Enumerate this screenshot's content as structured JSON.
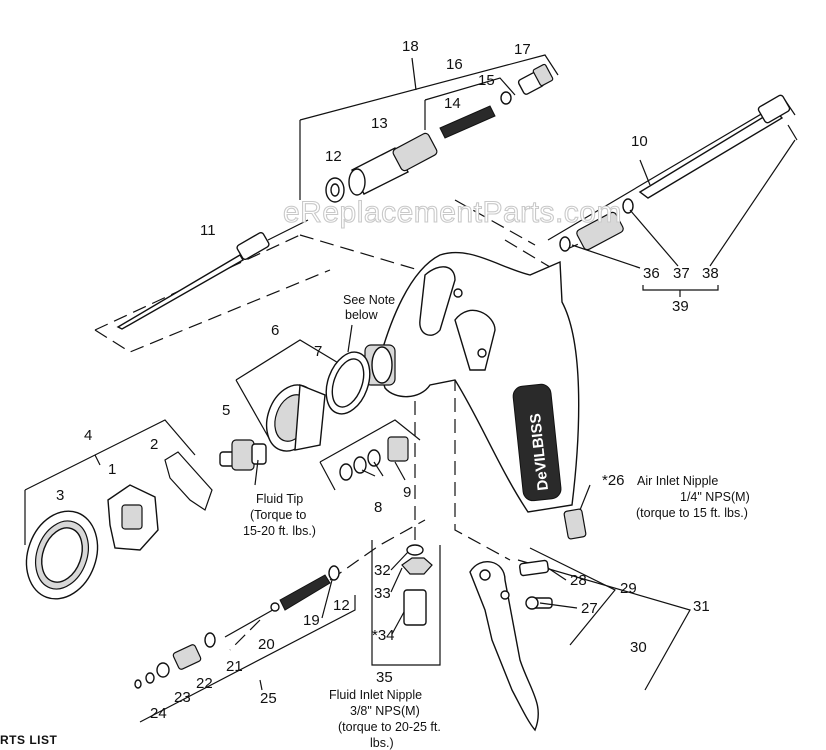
{
  "watermark": "eReplacementParts.com",
  "callouts": {
    "n1": "1",
    "n2": "2",
    "n3": "3",
    "n4": "4",
    "n5": "5",
    "n6": "6",
    "n7": "7",
    "n8": "8",
    "n9": "9",
    "n10": "10",
    "n11": "11",
    "n12a": "12",
    "n12b": "12",
    "n13": "13",
    "n14": "14",
    "n15": "15",
    "n16": "16",
    "n17": "17",
    "n18": "18",
    "n19": "19",
    "n20": "20",
    "n21": "21",
    "n22": "22",
    "n23": "23",
    "n24": "24",
    "n25": "25",
    "n26": "*26",
    "n27": "27",
    "n28": "28",
    "n29": "29",
    "n30": "30",
    "n31": "31",
    "n32": "32",
    "n33": "33",
    "n34": "*34",
    "n35": "35",
    "n36": "36",
    "n37": "37",
    "n38": "38",
    "n39": "39"
  },
  "notes": {
    "see_note_1": "See Note",
    "see_note_2": "below",
    "fluid_tip_1": "Fluid Tip",
    "fluid_tip_2": "(Torque to",
    "fluid_tip_3": "15-20 ft. lbs.)",
    "air_inlet_1": "Air Inlet Nipple",
    "air_inlet_2": "1/4\" NPS(M)",
    "air_inlet_3": "(torque to 15 ft. lbs.)",
    "fluid_inlet_1": "Fluid Inlet Nipple",
    "fluid_inlet_2": "3/8\" NPS(M)",
    "fluid_inlet_3": "(torque to 20-25 ft.",
    "fluid_inlet_4": "lbs.)",
    "brand_text": "DeVILBISS"
  },
  "footer": "RTS LIST"
}
